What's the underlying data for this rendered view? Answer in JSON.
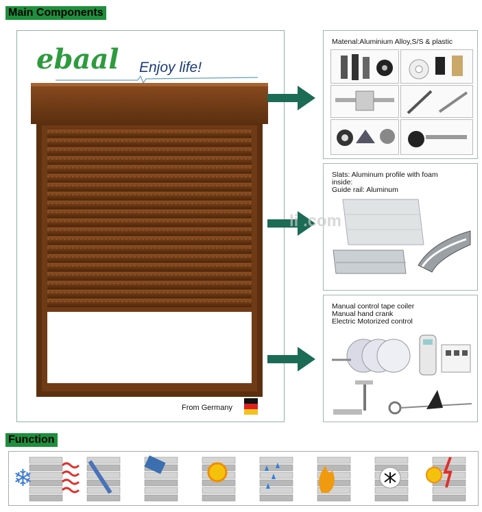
{
  "sections": {
    "main_components": "Main Components",
    "function": "Function"
  },
  "brand": {
    "logo": "ebaal",
    "slogan": "Enjoy life!"
  },
  "origin": "From Germany",
  "material_panel": {
    "caption": "Matenal:Aluminium Alloy,S/S & plastic"
  },
  "slats_panel": {
    "line1": "Slats: Aluminum profile with foam",
    "line2": "inside:",
    "line3": "Guide  rail: Aluminum"
  },
  "control_panel": {
    "line1": "Manual control tape coiler",
    "line2": "Manual hand crank",
    "line3": "Electric Motorized control"
  },
  "watermark": "li    .com",
  "colors": {
    "header_bg": "#1e8f3c",
    "arrow": "#1b6b55",
    "shutter": "#6b3b16",
    "logo_green": "#2e9b3e"
  },
  "function_icons": [
    "snowflake-icon",
    "heat-waves-icon",
    "bat-icon",
    "drill-icon",
    "sun-icon",
    "rain-icon",
    "fire-icon",
    "insect-icon",
    "sun-lightning-icon"
  ]
}
